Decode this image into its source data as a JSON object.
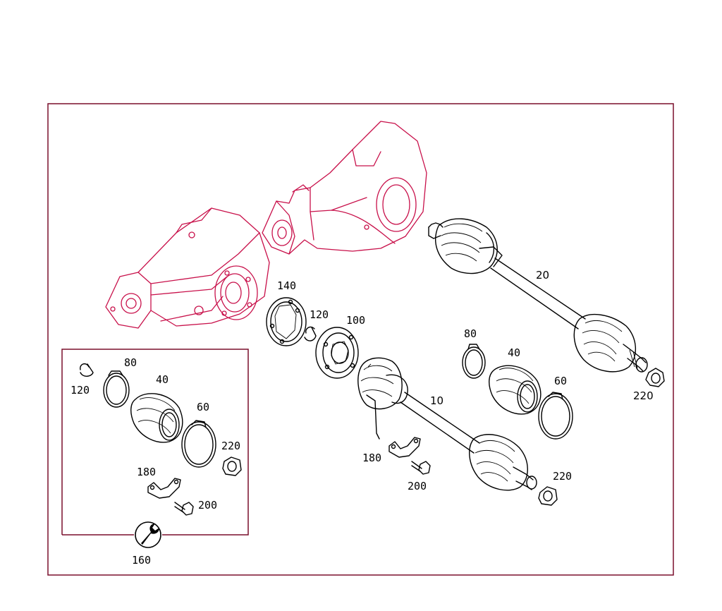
{
  "colors": {
    "frame": "#7a0f2c",
    "housing": "#c8104a",
    "parts": "#000000",
    "background": "#ffffff"
  },
  "labels": {
    "p10": "10",
    "p20": "20",
    "p40a": "40",
    "p40b": "40",
    "p60a": "60",
    "p60b": "60",
    "p80a": "80",
    "p80b": "80",
    "p100": "100",
    "p120a": "120",
    "p120b": "120",
    "p140": "140",
    "p160": "160",
    "p180a": "180",
    "p180b": "180",
    "p200a": "200",
    "p200b": "200",
    "p220a": "220",
    "p220b": "220",
    "p220c": "220"
  },
  "icons": {
    "repair_kit": "wrench-icon"
  }
}
